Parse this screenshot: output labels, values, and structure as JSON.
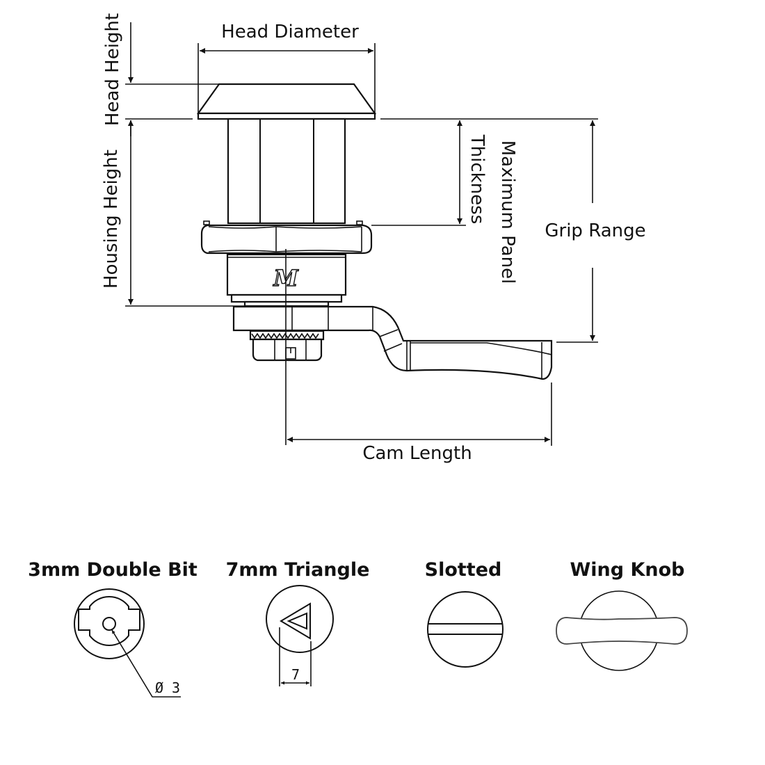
{
  "title": "Cam Lock Dimension Diagram",
  "main_view": {
    "logo_letter": "M",
    "dimensions": {
      "head_diameter": "Head Diameter",
      "head_height": "Head Height",
      "housing_height": "Housing Height",
      "max_panel_thickness_line1": "Maximum Panel",
      "max_panel_thickness_line2": "Thickness",
      "grip_range": "Grip Range",
      "cam_length": "Cam Length"
    }
  },
  "key_types": [
    {
      "title": "3mm Double Bit",
      "annotation": "Ø 3",
      "icon": "double-bit-icon"
    },
    {
      "title": "7mm Triangle",
      "annotation": "7",
      "icon": "triangle-key-icon"
    },
    {
      "title": "Slotted",
      "annotation": "",
      "icon": "slotted-icon"
    },
    {
      "title": "Wing Knob",
      "annotation": "",
      "icon": "wing-knob-icon"
    }
  ]
}
